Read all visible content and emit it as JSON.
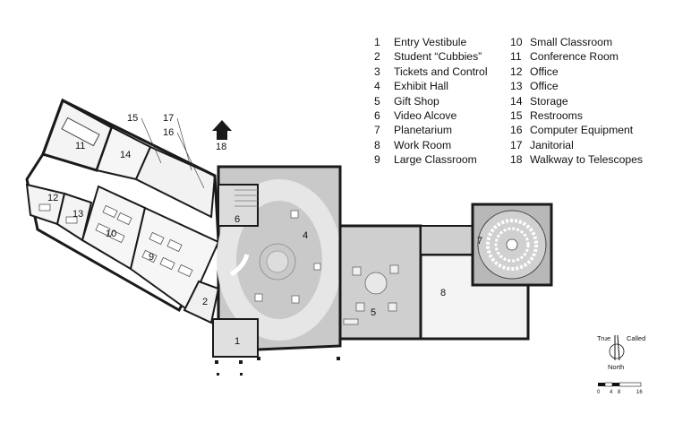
{
  "legend": [
    {
      "num": "1",
      "label": "Entry Vestibule"
    },
    {
      "num": "2",
      "label": "Student “Cubbies”"
    },
    {
      "num": "3",
      "label": "Tickets and Control"
    },
    {
      "num": "4",
      "label": "Exhibit Hall"
    },
    {
      "num": "5",
      "label": "Gift Shop"
    },
    {
      "num": "6",
      "label": "Video Alcove"
    },
    {
      "num": "7",
      "label": "Planetarium"
    },
    {
      "num": "8",
      "label": "Work Room"
    },
    {
      "num": "9",
      "label": "Large Classroom"
    },
    {
      "num": "10",
      "label": "Small Classroom"
    },
    {
      "num": "11",
      "label": "Conference Room"
    },
    {
      "num": "12",
      "label": "Office"
    },
    {
      "num": "13",
      "label": "Office"
    },
    {
      "num": "14",
      "label": "Storage"
    },
    {
      "num": "15",
      "label": "Restrooms"
    },
    {
      "num": "16",
      "label": "Computer Equipment"
    },
    {
      "num": "17",
      "label": "Janitorial"
    },
    {
      "num": "18",
      "label": "Walkway to Telescopes"
    }
  ],
  "room_labels": {
    "r1": "1",
    "r2": "2",
    "r4": "4",
    "r5": "5",
    "r6": "6",
    "r7": "7",
    "r8": "8",
    "r9": "9",
    "r10": "10",
    "r11": "11",
    "r12": "12",
    "r13": "13",
    "r14": "14",
    "r15": "15",
    "r16": "16",
    "r17": "17",
    "r18": "18"
  },
  "compass": {
    "true_label": "True",
    "called_label": "Called",
    "north_label": "North"
  },
  "scale": {
    "ticks": [
      "0",
      "4",
      "8",
      "16"
    ]
  },
  "colors": {
    "wall": "#1a1a1a",
    "floor": "#c9c9c9",
    "floor_light": "#e6e6e6",
    "hall_path": "#d9d9d9",
    "room_fill": "#f4f4f4"
  }
}
